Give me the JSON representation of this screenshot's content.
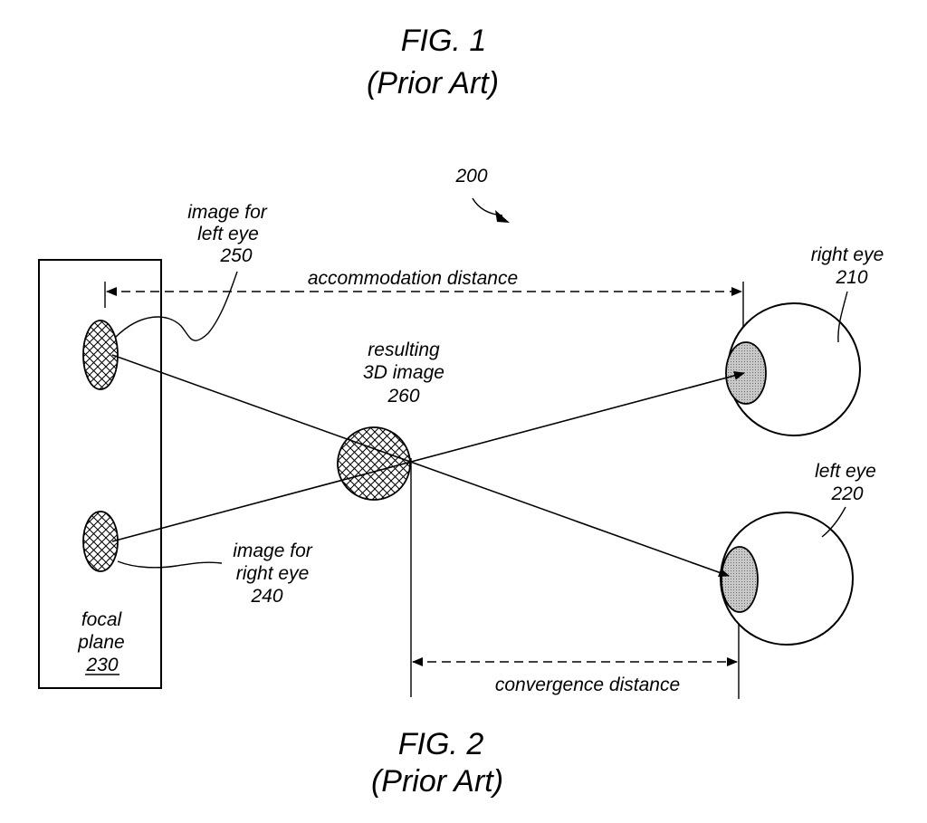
{
  "captions": {
    "fig1_title": "FIG. 1",
    "fig1_sub": "(Prior Art)",
    "fig2_title": "FIG. 2",
    "fig2_sub": "(Prior Art)"
  },
  "diagram": {
    "ref_main": "200",
    "image_left": {
      "l1": "image for",
      "l2": "left eye",
      "num": "250"
    },
    "image_right": {
      "l1": "image for",
      "l2": "right eye",
      "num": "240"
    },
    "right_eye": {
      "l1": "right eye",
      "num": "210"
    },
    "left_eye": {
      "l1": "left eye",
      "num": "220"
    },
    "resulting": {
      "l1": "resulting",
      "l2": "3D image",
      "num": "260"
    },
    "focal": {
      "l1": "focal",
      "l2": "plane",
      "num": "230"
    },
    "accommodation": "accommodation distance",
    "convergence": "convergence distance"
  },
  "colors": {
    "line": "#000000",
    "pupil_fill": "#bdbdbd",
    "background": "#ffffff"
  }
}
